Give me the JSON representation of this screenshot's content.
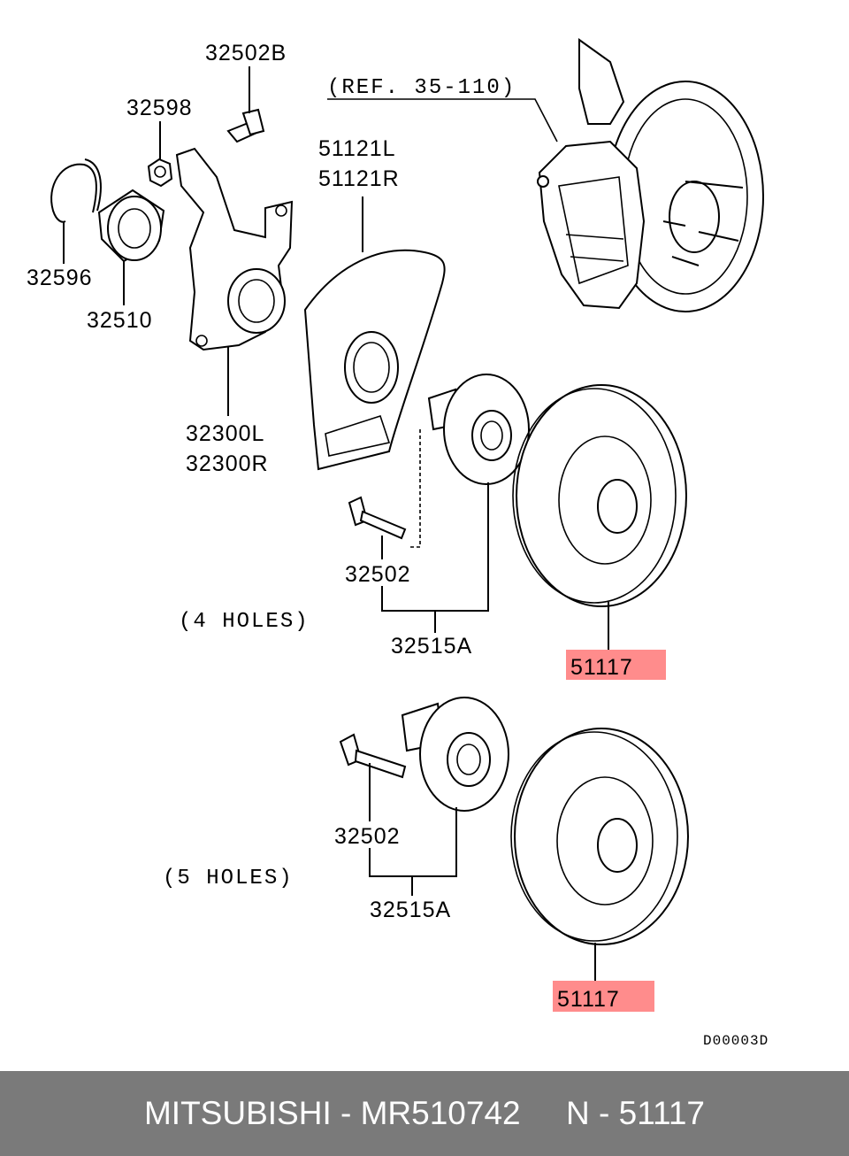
{
  "diagram": {
    "labels": {
      "bolt_32502b": "32502B",
      "ref": "(REF. 35-110)",
      "nut_32598": "32598",
      "shield_l": "51121L",
      "shield_r": "51121R",
      "ring_32596": "32596",
      "bearing_32510": "32510",
      "knuckle_l": "32300L",
      "knuckle_r": "32300R",
      "stud_top": "32502",
      "holes_4": "(4 HOLES)",
      "hub_top": "32515A",
      "disc_top": "51117",
      "stud_bottom": "32502",
      "holes_5": "(5 HOLES)",
      "hub_bottom": "32515A",
      "disc_bottom": "51117",
      "drawing_code": "D00003D"
    },
    "highlight_color": "#ff0000"
  },
  "footer": {
    "text": "MITSUBISHI - MR510742     N - 51117",
    "background": "#7a7a7a"
  }
}
